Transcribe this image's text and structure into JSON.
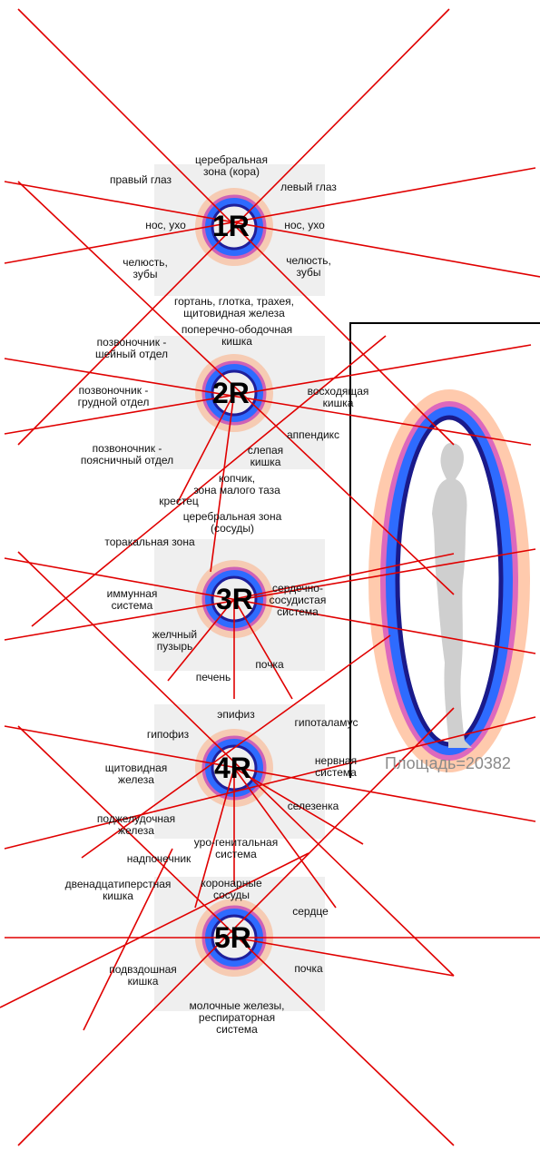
{
  "colors": {
    "lines": "#e00000",
    "glow_outer": "#ff7f50",
    "glow_mid": "#3355ff",
    "glow_inner": "#2222aa",
    "panel": "#efefef",
    "silhouette": "#cfcfcf"
  },
  "sectors": [
    {
      "id": "1R",
      "labels": {
        "top": "церебральная\nзона (кора)",
        "top_left": "правый глаз",
        "top_right": "левый глаз",
        "left": "нос, ухо",
        "right": "нос, ухо",
        "bottom_left": "челюсть,\nзубы",
        "bottom_right": "челюсть,\nзубы",
        "bottom": "гортань, глотка, трахея,\nщитовидная железа"
      }
    },
    {
      "id": "2R",
      "labels": {
        "top": "поперечно-ободочная\nкишка",
        "top_left": "позвоночник -\nшейный отдел",
        "left": "позвоночник -\nгрудной отдел",
        "right": "восходящая\nкишка",
        "right_lower": "аппендикс",
        "bottom_left": "позвоночник -\nпоясничный отдел",
        "bottom_right": "слепая\nкишка",
        "bottom": "копчик,\nзона малого таза",
        "bottom_far_left": "крестец"
      }
    },
    {
      "id": "3R",
      "labels": {
        "top": "церебральная зона\n(сосуды)",
        "top_left": "торакальная зона",
        "left": "иммунная\nсистема",
        "right": "сердечно-\nсосудистая\nсистема",
        "bottom_left": "желчный\nпузырь",
        "bottom": "печень",
        "bottom_right": "почка"
      }
    },
    {
      "id": "4R",
      "labels": {
        "top": "эпифиз",
        "top_left": "гипофиз",
        "top_right": "гипоталамус",
        "left": "щитовидная\nжелеза",
        "right": "нервная\nсистема",
        "right_lower": "селезенка",
        "bottom_left": "поджелудочная\nжелеза",
        "bottom_left2": "надпочечник",
        "bottom": "уро-генитальная\nсистема"
      }
    },
    {
      "id": "5R",
      "labels": {
        "top_left": "двенадцатиперстная\nкишка",
        "top": "коронарные\nсосуды",
        "top_right": "сердце",
        "left": "подвздошная\nкишка",
        "right": "почка",
        "bottom": "молочные железы,\nреспираторная\nсистема"
      }
    }
  ],
  "body_view": {
    "area_label": "Площадь=20382"
  }
}
